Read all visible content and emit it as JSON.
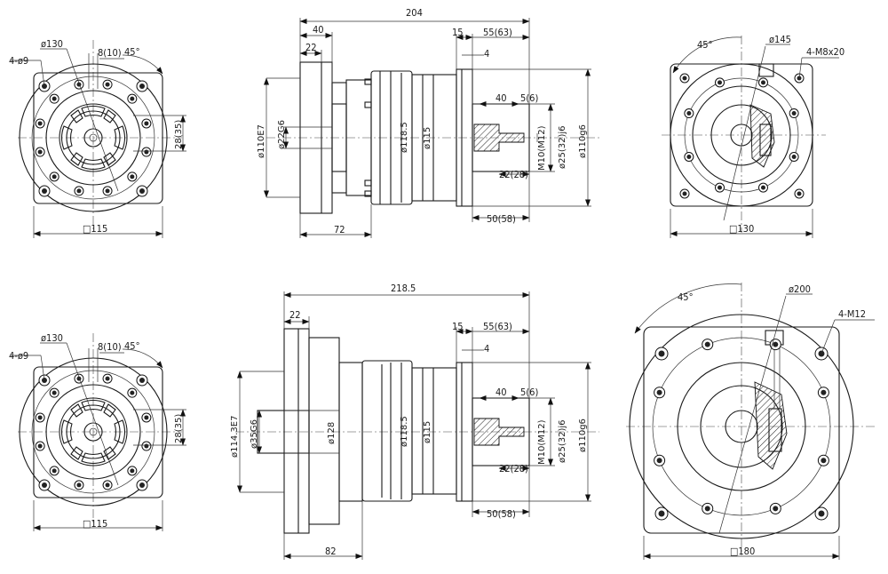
{
  "views": {
    "top_flange": {
      "holes_label": "4-ø9",
      "pcd_label": "ø130",
      "key_label": "8(10)",
      "angle_label": "45°",
      "offset_label": "28(35)",
      "square_label": "□115"
    },
    "top_side": {
      "overall_length": "204",
      "flange_length": "40",
      "shaft_offset": "22",
      "body_length": "72",
      "shaft_length": "55(63)",
      "shoulder": "15",
      "shoulder2": "4",
      "key_length": "40",
      "key_width": "5(6)",
      "thread_depth": "22(28)",
      "output_length": "50(58)",
      "d_input_bore": "ø110E7",
      "d_input_shaft": "ø22G6",
      "d_body": "ø118.5",
      "d_body2": "ø115",
      "d_thread": "M10(M12)",
      "d_output": "ø25(32)j6",
      "d_spigot": "ø110g6"
    },
    "top_output": {
      "angle_label": "45°",
      "pcd_label": "ø145",
      "thread_label": "4-M8x20",
      "square_label": "□130"
    },
    "bottom_flange": {
      "holes_label": "4-ø9",
      "pcd_label": "ø130",
      "key_label": "8(10)",
      "angle_label": "45°",
      "offset_label": "28(35)",
      "square_label": "□115"
    },
    "bottom_side": {
      "overall_length": "218.5",
      "shaft_offset": "22",
      "body_length": "82",
      "shaft_length": "55(63)",
      "shoulder": "15",
      "shoulder2": "4",
      "key_length": "40",
      "key_width": "5(6)",
      "thread_depth": "22(28)",
      "output_length": "50(58)",
      "d_input_bore": "ø114.3E7",
      "d_input_shaft": "ø35G6",
      "d_adapter": "ø128",
      "d_body": "ø118.5",
      "d_body2": "ø115",
      "d_thread": "M10(M12)",
      "d_output": "ø25(32)j6",
      "d_spigot": "ø110g6"
    },
    "bottom_output": {
      "angle_label": "45°",
      "pcd_label": "ø200",
      "thread_label": "4-M12",
      "square_label": "□180"
    }
  }
}
